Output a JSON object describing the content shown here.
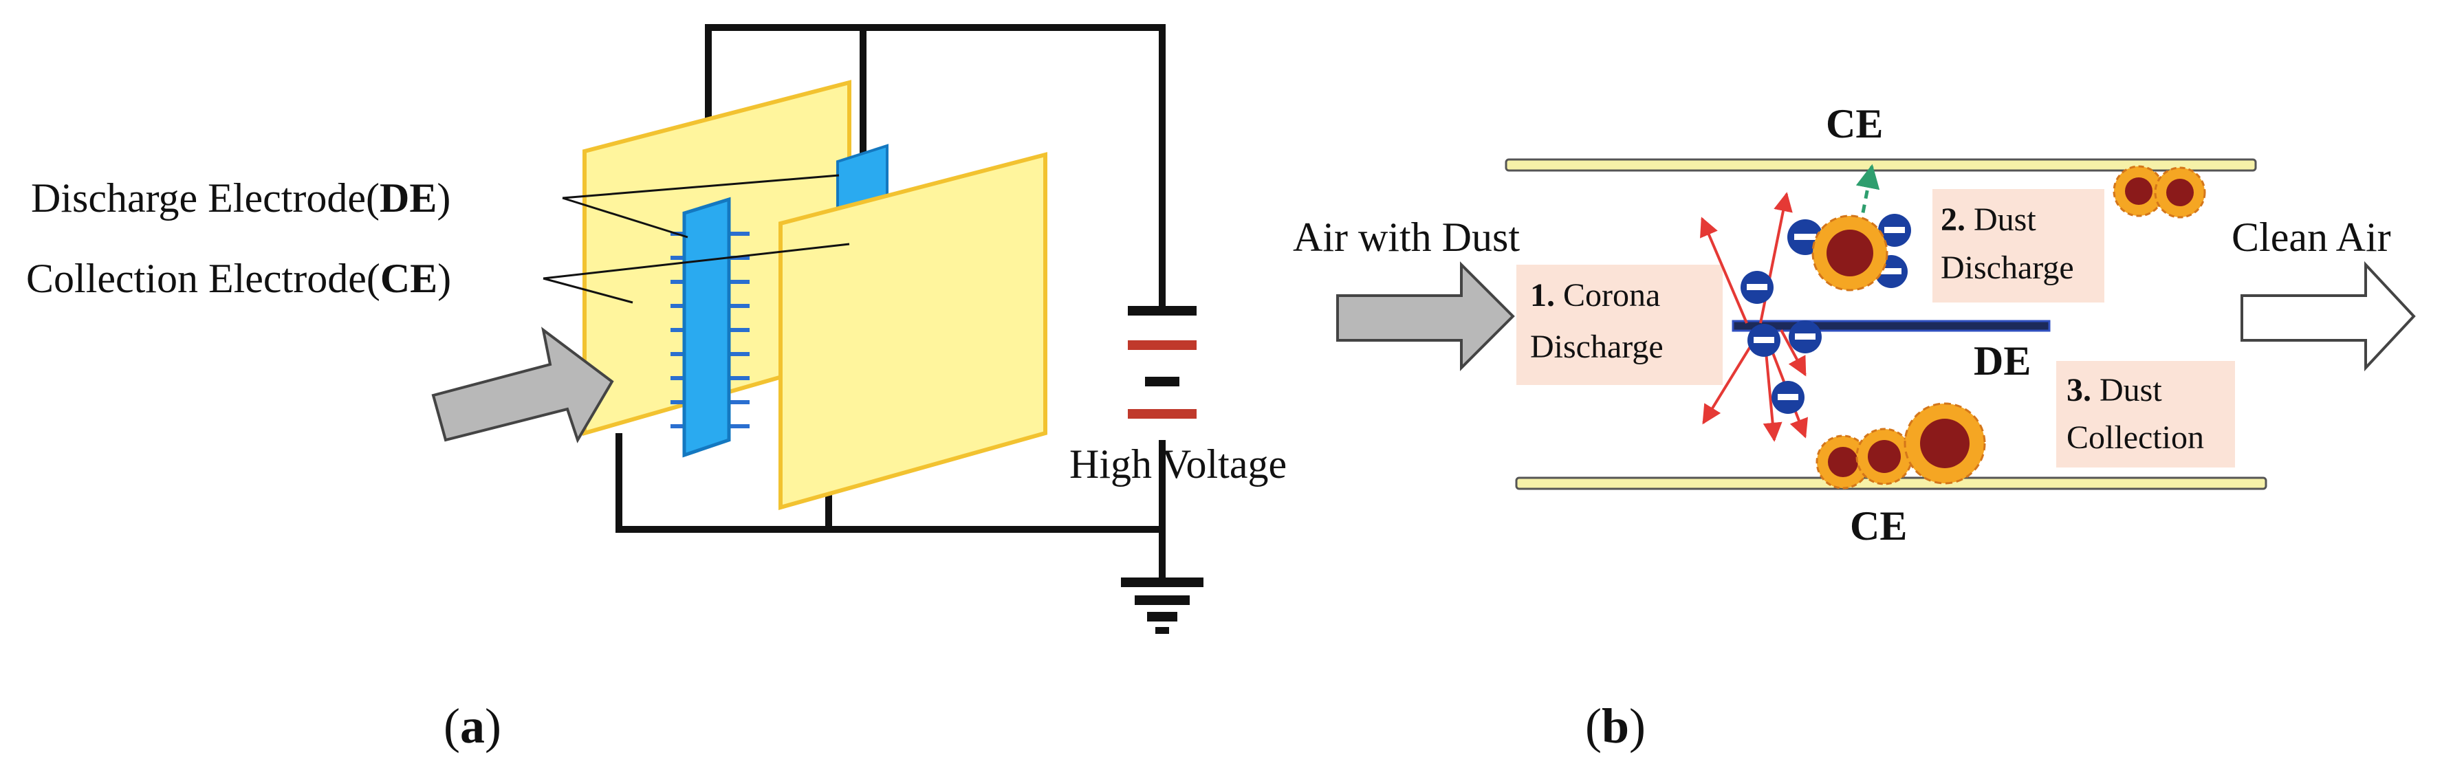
{
  "panel_a": {
    "label_de_prefix": "Discharge Electrode(",
    "label_de_abbr": "DE",
    "label_de_suffix": ")",
    "label_ce_prefix": "Collection Electrode(",
    "label_ce_abbr": "CE",
    "label_ce_suffix": ")",
    "high_voltage": "High Voltage",
    "caption_open": "(",
    "caption_letter": "a",
    "caption_close": ")"
  },
  "panel_b": {
    "ce_top": "CE",
    "ce_bottom": "CE",
    "de": "DE",
    "air_in": "Air with Dust",
    "air_out": "Clean Air",
    "step1_num": "1.",
    "step1_a": "Corona",
    "step1_b": "Discharge",
    "step2_num": "2.",
    "step2_a": "Dust",
    "step2_b": "Discharge",
    "step3_num": "3.",
    "step3_a": "Dust",
    "step3_b": "Collection",
    "caption_open": "(",
    "caption_letter": "b",
    "caption_close": ")"
  },
  "colors": {
    "plate_fill": "#fff59d",
    "plate_stroke": "#f2c230",
    "electrode_blue": "#2aaaf0",
    "wire": "#111111",
    "battery_red": "#c0392b",
    "arrow_gray": "#b8b8b8",
    "box_fill": "#fbe3d7",
    "ion_blue": "#1a3fa0",
    "dust_dark": "#8b1a1a",
    "dust_petal": "#f5a623",
    "arrow_red": "#e53935",
    "arrow_green": "#2e9e6e",
    "de_bar": "#1c2a5a",
    "ce_plate": "#f6f1a8"
  }
}
